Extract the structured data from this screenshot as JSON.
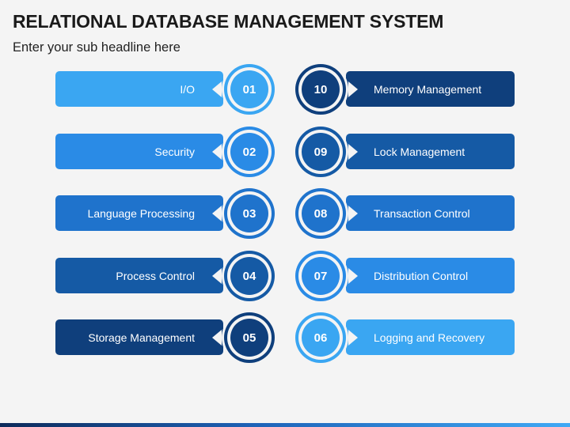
{
  "header": {
    "title": "RELATIONAL DATABASE MANAGEMENT SYSTEM",
    "subtitle": "Enter your sub headline here"
  },
  "left_items": [
    {
      "number": "01",
      "label": "I/O",
      "color": "#3aa6f2"
    },
    {
      "number": "02",
      "label": "Security",
      "color": "#2a8be6"
    },
    {
      "number": "03",
      "label": "Language Processing",
      "color": "#1f73cc"
    },
    {
      "number": "04",
      "label": "Process Control",
      "color": "#155aa5"
    },
    {
      "number": "05",
      "label": "Storage Management",
      "color": "#0f3f7c"
    }
  ],
  "right_items": [
    {
      "number": "10",
      "label": "Memory Management",
      "color": "#0f3f7c"
    },
    {
      "number": "09",
      "label": "Lock Management",
      "color": "#155aa5"
    },
    {
      "number": "08",
      "label": "Transaction Control",
      "color": "#1f73cc"
    },
    {
      "number": "07",
      "label": "Distribution Control",
      "color": "#2a8be6"
    },
    {
      "number": "06",
      "label": "Logging and Recovery",
      "color": "#3aa6f2"
    }
  ]
}
